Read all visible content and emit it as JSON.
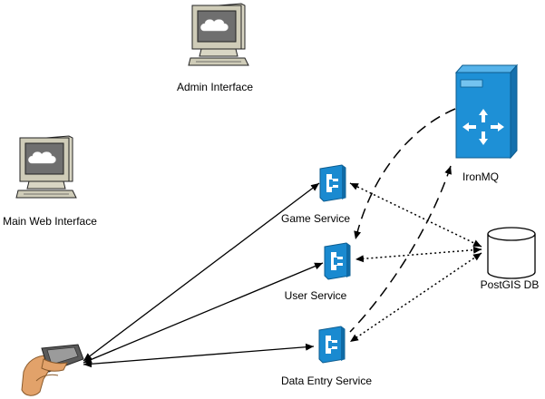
{
  "nodes": {
    "admin_interface": {
      "label": "Admin Interface",
      "icon": "computer-icon"
    },
    "main_web_interface": {
      "label": "Main Web Interface",
      "icon": "computer-icon"
    },
    "ironmq": {
      "label": "IronMQ",
      "icon": "server-router-icon"
    },
    "game_service": {
      "label": "Game Service",
      "icon": "service-icon"
    },
    "user_service": {
      "label": "User Service",
      "icon": "service-icon"
    },
    "data_entry_service": {
      "label": "Data Entry Service",
      "icon": "service-icon"
    },
    "postgis_db": {
      "label": "PostGIS DB",
      "icon": "database-icon"
    },
    "mobile_device": {
      "label": "",
      "icon": "hand-pda-icon"
    }
  },
  "colors": {
    "service_blue": "#1a8ad0",
    "server_blue": "#1e90d6",
    "monitor_beige": "#d9d6c4",
    "screen_gray": "#7a7a7a",
    "hand_skin": "#e2a26a"
  }
}
